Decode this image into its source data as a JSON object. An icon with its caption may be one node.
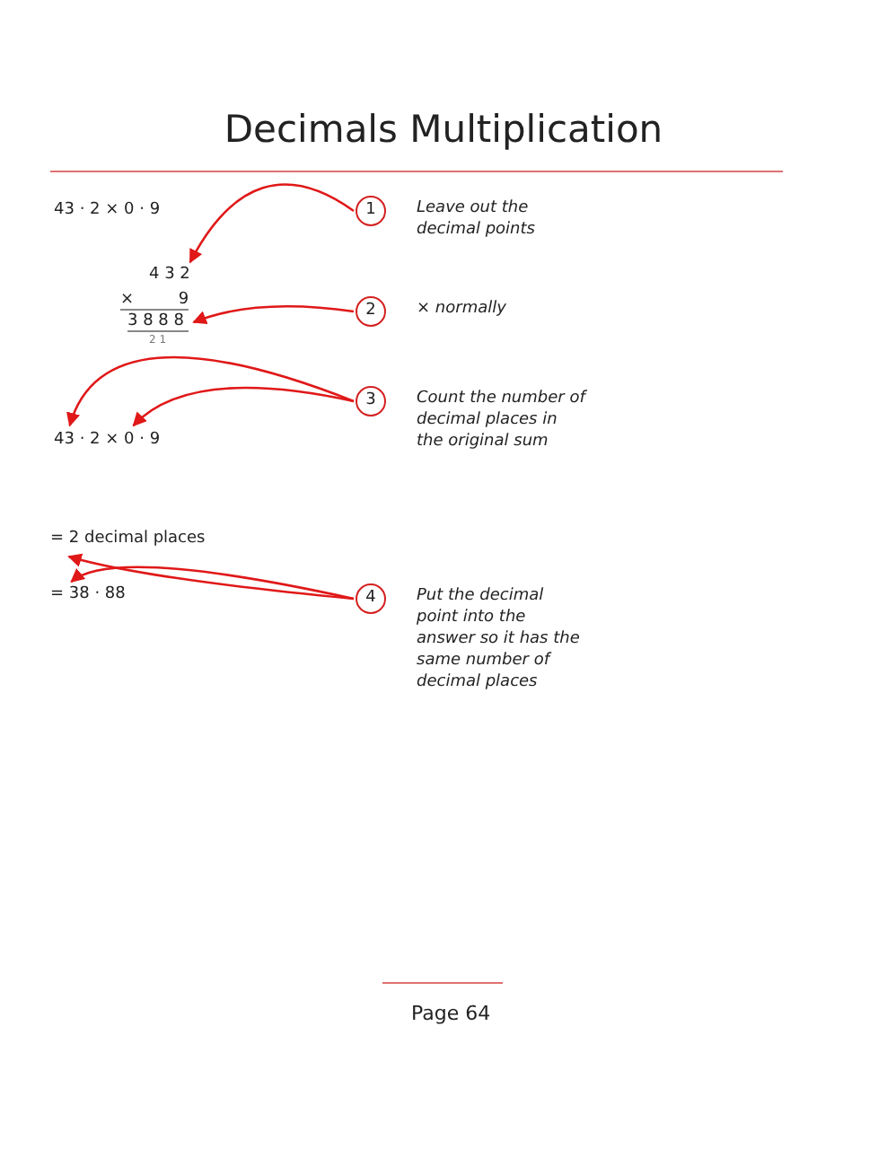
{
  "diagram": {
    "title": "Decimals Multiplication",
    "nodes": [
      {
        "text": [
          "1"
        ],
        "beside": [
          "Leave out the decimal points"
        ]
      },
      {
        "text": [
          "4 3 2"
        ]
      },
      {
        "text": [
          "2"
        ],
        "beside": [
          "× normally"
        ]
      },
      {
        "text": [
          "3 8 8 8"
        ]
      },
      {
        "text": [
          "3"
        ],
        "beside": [
          "Count the number of decimal places in the original sum"
        ]
      },
      {
        "text": [
          "43 · 2 × 0 · 9"
        ]
      },
      {
        "text": [
          "4"
        ],
        "beside": [
          "Put the decimal point into the answer so it has the same number of decimal places"
        ]
      },
      {
        "text": [
          "= 2 decimal places"
        ]
      },
      {
        "text": [
          "= 38 · 88"
        ]
      }
    ],
    "edges": [
      {
        "from": 0,
        "to": 1,
        "arrow": "to"
      },
      {
        "from": 2,
        "to": 3,
        "arrow": "to"
      },
      {
        "from": 4,
        "to": 5,
        "arrow": "to"
      },
      {
        "from": 4,
        "to": 5,
        "arrow": "to"
      },
      {
        "from": 6,
        "to": 7,
        "arrow": "to"
      },
      {
        "from": 6,
        "to": 8,
        "arrow": "to"
      }
    ],
    "labels": [
      "43 · 2 × 0 · 9",
      "× 9",
      "2 1",
      "Page 64"
    ]
  }
}
